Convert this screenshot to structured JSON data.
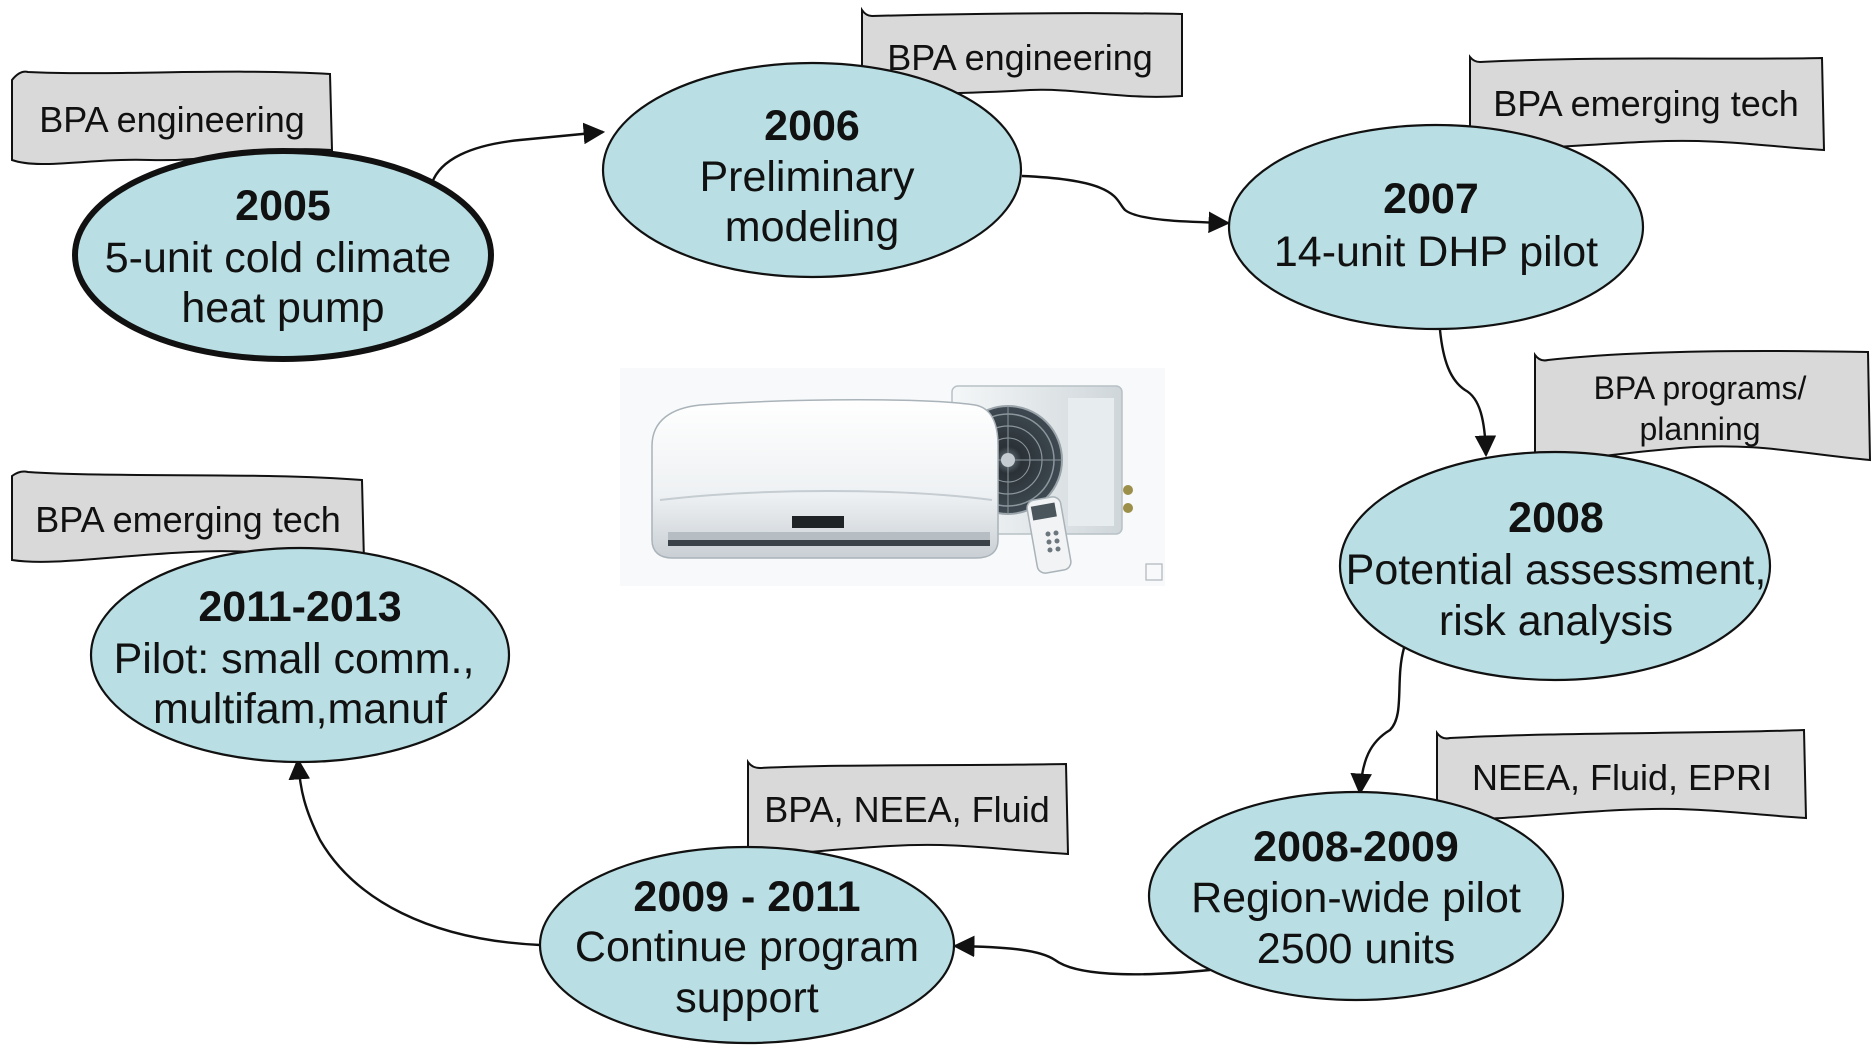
{
  "colors": {
    "node_fill": "#b9dfe4",
    "node_stroke": "#111111",
    "tag_fill": "#d9d9d9",
    "tag_stroke": "#111111",
    "arrow": "#111111"
  },
  "nodes": [
    {
      "id": "n2005",
      "year": "2005",
      "lines": [
        "5-unit cold climate",
        "heat pump"
      ],
      "tag": [
        "BPA engineering"
      ],
      "emphasized": true
    },
    {
      "id": "n2006",
      "year": "2006",
      "lines": [
        "Preliminary",
        "modeling"
      ],
      "tag": [
        "BPA engineering"
      ]
    },
    {
      "id": "n2007",
      "year": "2007",
      "lines": [
        "14-unit DHP pilot"
      ],
      "tag": [
        "BPA emerging tech"
      ]
    },
    {
      "id": "n2008",
      "year": "2008",
      "lines": [
        "Potential assessment,",
        "risk analysis"
      ],
      "tag": [
        "BPA programs/",
        "planning"
      ]
    },
    {
      "id": "n20082009",
      "year": "2008-2009",
      "lines": [
        "Region-wide pilot",
        "2500 units"
      ],
      "tag": [
        "NEEA, Fluid, EPRI"
      ]
    },
    {
      "id": "n20092011",
      "year": "2009 - 2011",
      "lines": [
        "Continue program",
        "support"
      ],
      "tag": [
        "BPA, NEEA, Fluid"
      ]
    },
    {
      "id": "n20112013",
      "year": "2011-2013",
      "lines": [
        "Pilot: small comm.,",
        "multifam,manuf"
      ],
      "tag": [
        "BPA emerging tech"
      ]
    }
  ],
  "edges": [
    {
      "from": "n2005",
      "to": "n2006"
    },
    {
      "from": "n2006",
      "to": "n2007"
    },
    {
      "from": "n2007",
      "to": "n2008"
    },
    {
      "from": "n2008",
      "to": "n20082009"
    },
    {
      "from": "n20082009",
      "to": "n20092011"
    },
    {
      "from": "n20092011",
      "to": "n20112013"
    }
  ],
  "illustration": "ductless-heat-pump-illustration"
}
